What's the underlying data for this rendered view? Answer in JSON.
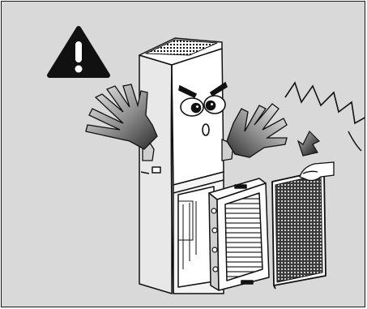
{
  "scene": {
    "background_color": "#d9d9d9",
    "warning_icon": "warning-triangle-exclamation-icon",
    "elements": [
      "air-purifier-unit",
      "startled-face",
      "waving-hands",
      "shock-burst",
      "down-arrow-icon",
      "filter-cassette",
      "pre-filter-mesh-panel",
      "hand-holding-filter"
    ]
  }
}
